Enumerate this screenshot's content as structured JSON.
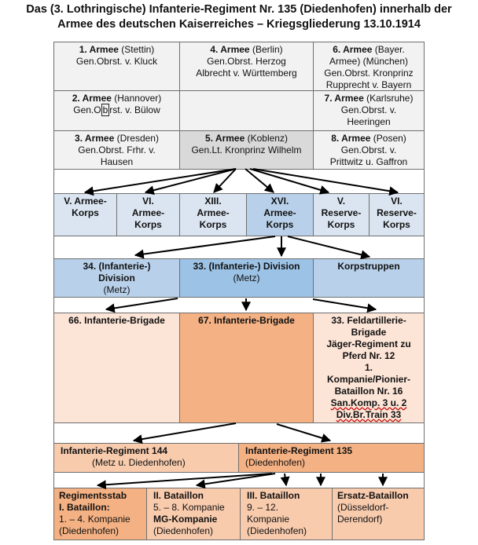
{
  "title": {
    "line1": "Das (3. Lothringische) Infanterie-Regiment Nr. 135 (Diedenhofen) innerhalb der",
    "line2": "Armee des deutschen Kaiserreiches – Kriegsgliederung 13.10.1914"
  },
  "armies": {
    "a1": {
      "name": "1. Armee",
      "loc": " (Stettin)",
      "cmd1": "Gen.Obrst. v. Kluck"
    },
    "a4": {
      "name": "4. Armee",
      "loc": " (Berlin)",
      "cmd1": "Gen.Obrst. Herzog",
      "cmd2": "Albrecht v. Württemberg"
    },
    "a6": {
      "name": "6. Armee",
      "loc1": " (Bayer.",
      "loc2": "Armee) (München)",
      "cmd1": "Gen.Obrst. Kronprinz",
      "cmd2": "Rupprecht v. Bayern"
    },
    "a2": {
      "name": "2. Armee",
      "loc": " (Hannover)",
      "cmd_a": "Gen.O",
      "cmd_b": "b",
      "cmd_c": "rst. v. Bülow"
    },
    "a7": {
      "name": "7. Armee",
      "loc": " (Karlsruhe)",
      "cmd1": "Gen.Obrst. v.",
      "cmd2": "Heeringen"
    },
    "a3": {
      "name": "3. Armee",
      "loc": " (Dresden)",
      "cmd1": "Gen.Obrst. Frhr. v.",
      "cmd2": "Hausen"
    },
    "a5": {
      "name": "5. Armee",
      "loc": " (Koblenz)",
      "cmd1": "Gen.Lt. Kronprinz Wilhelm"
    },
    "a8": {
      "name": "8. Armee",
      "loc": " (Posen)",
      "cmd1": "Gen.Obrst. v.",
      "cmd2": "Prittwitz u. Gaffron"
    }
  },
  "corps": {
    "c1": {
      "l1": "V. Armee-",
      "l2": "Korps"
    },
    "c2": {
      "l1": "VI.",
      "l2": "Armee-",
      "l3": "Korps"
    },
    "c3": {
      "l1": "XIII.",
      "l2": "Armee-",
      "l3": "Korps"
    },
    "c4": {
      "l1": "XVI.",
      "l2": "Armee-",
      "l3": "Korps"
    },
    "c5": {
      "l1": "V.",
      "l2": "Reserve-",
      "l3": "Korps"
    },
    "c6": {
      "l1": "VI.",
      "l2": "Reserve-",
      "l3": "Korps"
    }
  },
  "divisions": {
    "d1": {
      "l1": "34. (Infanterie-)",
      "l2": "Division",
      "l3": "(Metz)"
    },
    "d2": {
      "l1": "33. (Infanterie-) Division",
      "l2": "(Metz)"
    },
    "d3": {
      "l1": "Korpstruppen"
    }
  },
  "brigades": {
    "b1": "66. Infanterie-Brigade",
    "b2": "67. Infanterie-Brigade",
    "b3": {
      "l1": "33. Feldartillerie-",
      "l2": "Brigade",
      "l3": "Jäger-Regiment zu",
      "l4": "Pferd Nr. 12",
      "l5": "1.",
      "l6": "Kompanie/Pionier-",
      "l7": "Bataillon Nr. 16",
      "l8": "San.Komp. 3 u. 2",
      "l9": "Div.Br.Train 33"
    }
  },
  "regiments": {
    "r1": {
      "name": "Infanterie-Regiment 144",
      "loc": "(Metz u. Diedenhofen)"
    },
    "r2": {
      "name": "Infanterie-Regiment 135",
      "loc": "(Diedenhofen)"
    }
  },
  "battalions": {
    "s1": {
      "l1": "Regimentsstab",
      "l2": "I. Bataillon:",
      "l3": "1. – 4. Kompanie",
      "l4": "(Diedenhofen)"
    },
    "s2": {
      "l1": "II. Bataillon",
      "l2": "5. – 8. Kompanie",
      "l3": "MG-Kompanie",
      "l4": "(Diedenhofen)"
    },
    "s3": {
      "l1": "III. Bataillon",
      "l2": "9. – 12.",
      "l3": "Kompanie",
      "l4": "(Diedenhofen)"
    },
    "s4": {
      "l1": "Ersatz-Bataillon",
      "l2": "(Düsseldorf-",
      "l3": "Derendorf)"
    }
  }
}
